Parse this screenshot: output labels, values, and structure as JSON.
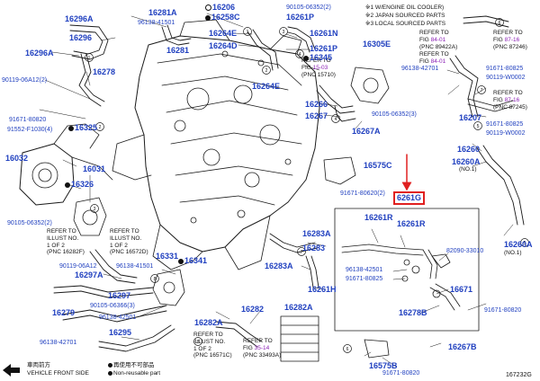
{
  "notes": {
    "n1": "※1 W/ENGINE OIL COOLER)",
    "n2": "※2 JAPAN SOURCED PARTS",
    "n3": "※3 LOCAL SOURCED PARTS"
  },
  "refs": {
    "r_84_01_a": {
      "prefix": "REFER TO",
      "fig_label": "FIG",
      "fig": "84-01",
      "pnc": "(PNC 89422A)"
    },
    "r_87_16_a": {
      "prefix": "REFER TO",
      "fig_label": "FIG",
      "fig": "87-16",
      "pnc": "(PNC 87246)"
    },
    "r_84_01_b": {
      "prefix": "REFER TO",
      "fig_label": "FIG",
      "fig": "84-01"
    },
    "r_87_16_b": {
      "prefix": "REFER TO",
      "fig_label": "FIG",
      "fig": "87-16",
      "pnc": "(PNC 87245)"
    },
    "r_15_03": {
      "prefix": "REFER TO",
      "fig_label": "FIG",
      "fig": "15-03",
      "pnc": "(PNC 15710)"
    },
    "r_35_14": {
      "prefix": "REFER TO",
      "fig_label": "FIG",
      "fig": "35-14",
      "pnc": "(PNC 33493A)"
    },
    "illus_a": "REFER TO\nILLUST NO.\n1 OF 2\n(PNC 16282F)",
    "illus_b": "REFER TO\nILLUST NO.\n1 OF 2\n(PNC 16572D)",
    "illus_c": "REFER TO\nILLUST NO.\n1 OF 2\n(PNC 16571C)"
  },
  "legend": {
    "front_jp": "車両前方",
    "front_en": "VEHICLE FRONT SIDE",
    "reuse_jp": "再使用不可部品",
    "reuse_en": "Non-reusable part"
  },
  "catalog_id": "167232G",
  "highlight": "6261G",
  "parts": {
    "p16296A_top": "16296A",
    "p16296": "16296",
    "p16296A_mid": "16296A",
    "p16278": "16278",
    "p16281A": "16281A",
    "p96138_41501_top": "96138-41501",
    "p16281": "16281",
    "p16206": "16206",
    "p16258C": "16258C",
    "p16264E": "16264E",
    "p16264D": "16264D",
    "p90105_top": "90105-06352(2)",
    "p16261P_a": "16261P",
    "p16261N": "16261N",
    "p16261P_b": "16261P",
    "p16264E_b": "16264E",
    "p16305E": "16305E",
    "p16345": "16345",
    "p96138_42701_top": "96138-42701",
    "p16266": "16266",
    "p16267": "16267",
    "p90105_mid": "90105-06352(3)",
    "p16267A": "16267A",
    "p90119_06A12_2": "90119-06A12(2)",
    "p91671_80820": "91671-80820",
    "p16325": "16325",
    "p91552": "91552-F1030(4)",
    "p16032": "16032",
    "p16031": "16031",
    "p16326": "16326",
    "p90105_low": "90105-06352(2)",
    "p16575C": "16575C",
    "p91671_80620": "91671-80620(2)",
    "p91671_80825_r": "91671-80825",
    "p90119_W0002": "90119-W0002",
    "p16207": "16207",
    "p91671_80825_r2": "91671-80825",
    "p90119_W0002_b": "90119-W0002",
    "p16260": "16260",
    "p16260A": "16260A",
    "p_no1_a": "(NO.1)",
    "p16261R_a": "16261R",
    "p16261R_b": "16261R",
    "p16283": "16283",
    "p16283A": "16283A",
    "p82090": "82090-33010",
    "p90119_06A12": "90119-06A12",
    "p16297A": "16297A",
    "p96138_41501_b": "96138-41501",
    "p16331": "16331",
    "p16341": "16341",
    "p96138_42501_r": "96138-42501",
    "p91671_80825_c": "91671-80825",
    "p16671": "16671",
    "p16278B": "16278B",
    "p16261H": "16261H",
    "p16297": "16297",
    "p90105_06366": "90105-06366(3)",
    "p16279": "16279",
    "p96138_42501_l": "96138-42501",
    "p16295": "16295",
    "p96138_42701_b": "96138-42701",
    "p16282A_top": "16282A",
    "p16282": "16282",
    "p16282A_b": "16282A",
    "p91671_80820_b": "91671-80820",
    "p16267B": "16267B",
    "p16575B": "16575B",
    "p91671_80820_c": "91671-80820",
    "p16260A_b": "16260A",
    "p_no1_b": "(NO.1)"
  }
}
